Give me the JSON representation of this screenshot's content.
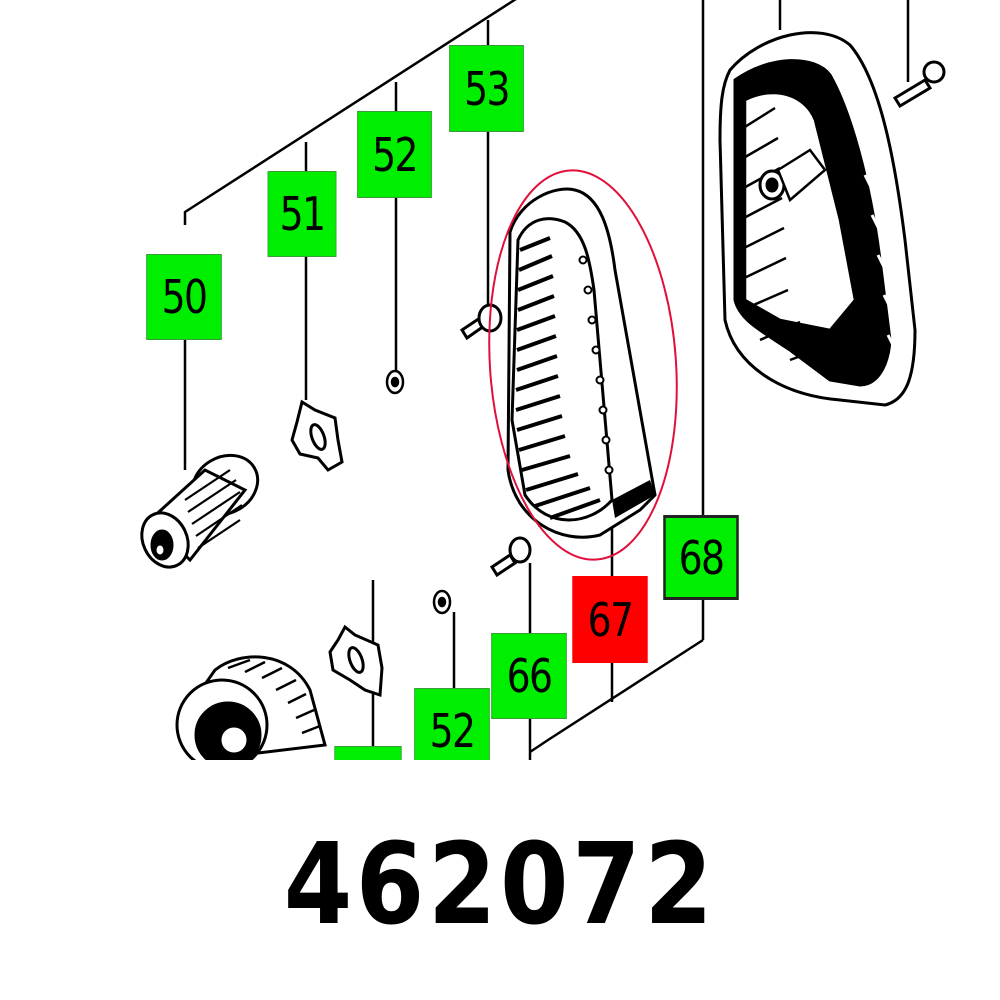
{
  "diagram": {
    "title": "Exploded parts diagram – toothed belt drive",
    "highlight_color": "#ff0000",
    "callout_color": "#00ee00",
    "callouts": [
      {
        "id": "50",
        "label": "50",
        "state": "normal"
      },
      {
        "id": "51",
        "label": "51",
        "state": "normal"
      },
      {
        "id": "52a",
        "label": "52",
        "state": "normal"
      },
      {
        "id": "53",
        "label": "53",
        "state": "normal"
      },
      {
        "id": "52b",
        "label": "52",
        "state": "normal"
      },
      {
        "id": "66",
        "label": "66",
        "state": "normal"
      },
      {
        "id": "67",
        "label": "67",
        "state": "selected"
      },
      {
        "id": "68",
        "label": "68",
        "state": "normal"
      }
    ],
    "parts": [
      {
        "name": "small-pulley"
      },
      {
        "name": "star-washer-upper"
      },
      {
        "name": "washer-upper"
      },
      {
        "name": "screw-upper"
      },
      {
        "name": "toothed-belt",
        "highlighted": true
      },
      {
        "name": "belt-guard-cover"
      },
      {
        "name": "cover-screw"
      },
      {
        "name": "screw-lower"
      },
      {
        "name": "washer-lower"
      },
      {
        "name": "star-washer-lower"
      },
      {
        "name": "large-pulley"
      }
    ]
  },
  "part_number": "462072"
}
